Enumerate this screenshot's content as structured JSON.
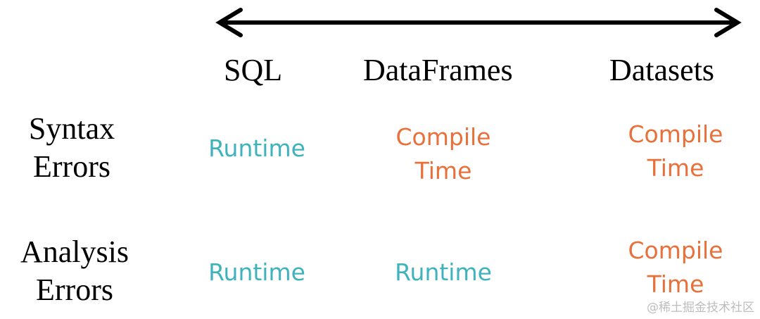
{
  "colors": {
    "runtime": "#3fb3bd",
    "compile": "#e8703a",
    "arrow": "#000000"
  },
  "columns": [
    {
      "label": "SQL"
    },
    {
      "label": "DataFrames"
    },
    {
      "label": "Datasets"
    }
  ],
  "rows": [
    {
      "label_line1": "Syntax",
      "label_line2": "Errors"
    },
    {
      "label_line1": "Analysis",
      "label_line2": "Errors"
    }
  ],
  "cells": {
    "syntax_sql": "Runtime",
    "syntax_dataframes_line1": "Compile",
    "syntax_dataframes_line2": "Time",
    "syntax_datasets_line1": "Compile",
    "syntax_datasets_line2": "Time",
    "analysis_sql": "Runtime",
    "analysis_dataframes": "Runtime",
    "analysis_datasets_line1": "Compile",
    "analysis_datasets_line2": "Time"
  },
  "watermark": "@稀土掘金技术社区"
}
